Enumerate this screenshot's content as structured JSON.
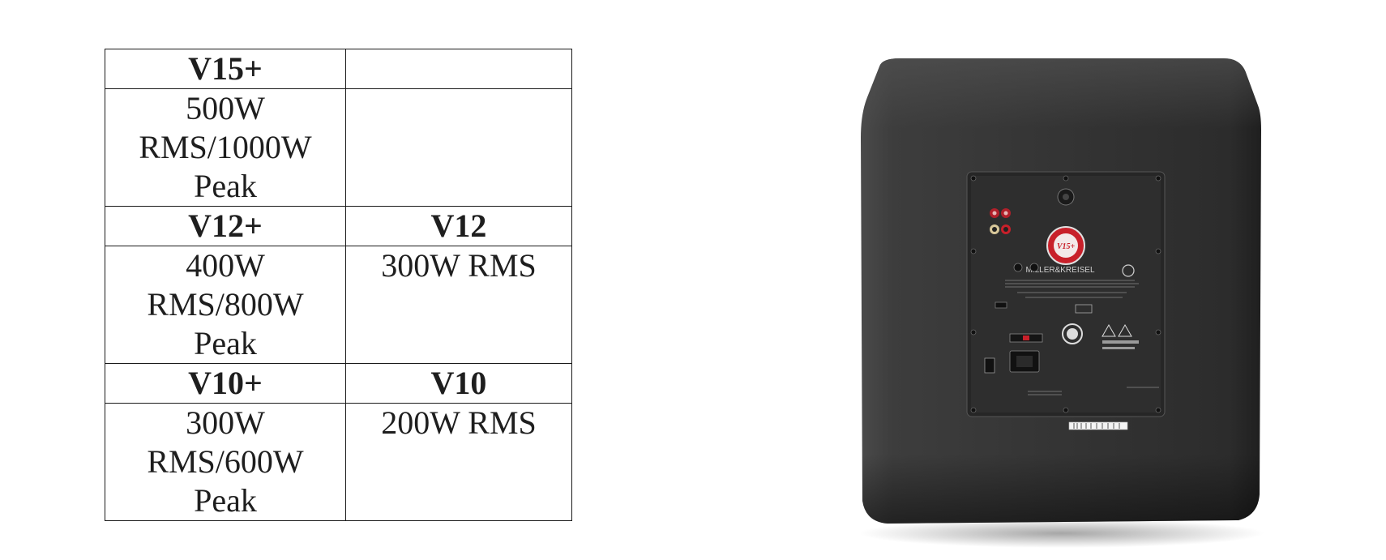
{
  "table": {
    "rows": [
      {
        "kind": "model",
        "cells": [
          "V15+",
          ""
        ]
      },
      {
        "kind": "power",
        "cells": [
          [
            "500W",
            "RMS/1000W",
            "Peak"
          ],
          [
            ""
          ]
        ]
      },
      {
        "kind": "model",
        "cells": [
          "V12+",
          "V12"
        ]
      },
      {
        "kind": "power",
        "cells": [
          [
            "400W",
            "RMS/800W",
            "Peak"
          ],
          [
            "300W RMS"
          ]
        ]
      },
      {
        "kind": "model",
        "cells": [
          "V10+",
          "V10"
        ]
      },
      {
        "kind": "power",
        "cells": [
          [
            "300W",
            "RMS/600W",
            "Peak"
          ],
          [
            "200W RMS"
          ]
        ]
      }
    ]
  },
  "photo": {
    "subject": "subwoofer-rear-panel",
    "cabinet_color": "#3a3a3a",
    "panel_color": "#2b2b2b",
    "accent_color": "#c8202a",
    "badge_text": "V15+",
    "brand_text": "MILLER&KREISEL"
  }
}
